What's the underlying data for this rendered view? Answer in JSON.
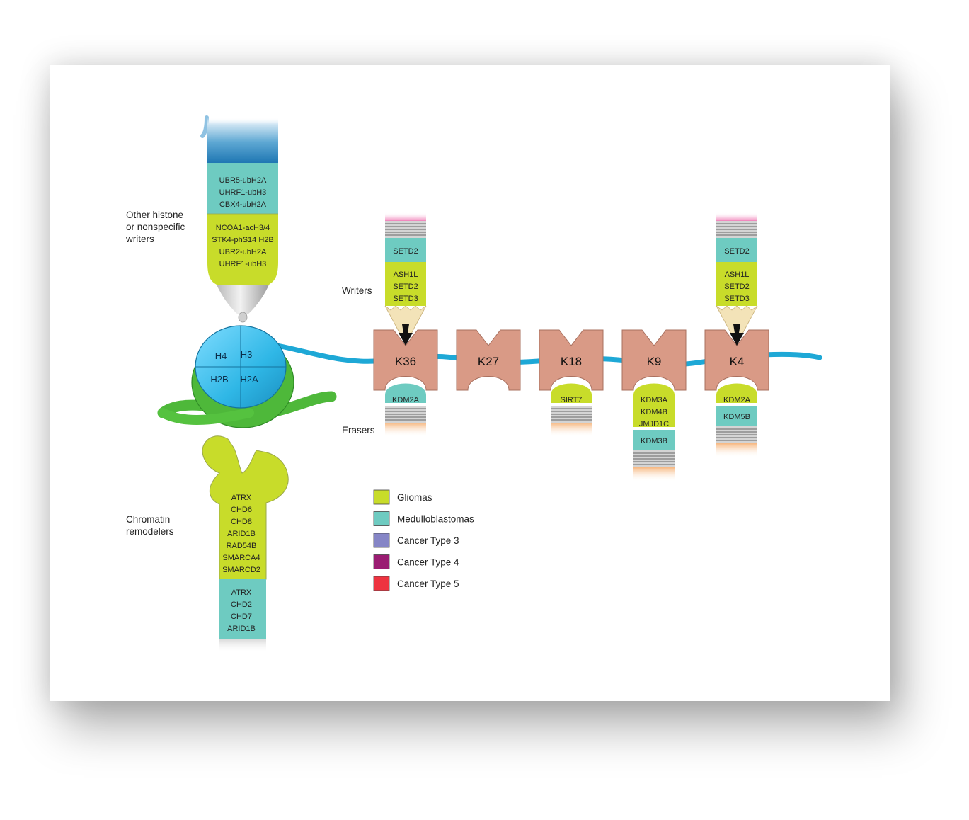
{
  "colors": {
    "glioma": "#c8dc2a",
    "medullo": "#6ecbc1",
    "type3": "#8585c6",
    "type4": "#9a1c72",
    "type5": "#ee3340",
    "site": "#d99a86",
    "histone": "#2fb7e6",
    "dna": "#4eb83a",
    "tail": "#1ea8d6"
  },
  "labels": {
    "other_writers": [
      "Other histone",
      "or nonspecific",
      "writers"
    ],
    "writers": "Writers",
    "erasers": "Erasers",
    "remodelers": [
      "Chromatin",
      "remodelers"
    ]
  },
  "pen": {
    "medullo": [
      "UBR5-ubH2A",
      "UHRF1-ubH3",
      "CBX4-ubH2A"
    ],
    "glioma": [
      "NCOA1-acH3/4",
      "STK4-phS14 H2B",
      "UBR2-ubH2A",
      "UHRF1-ubH3"
    ]
  },
  "histones": {
    "h4": "H4",
    "h3": "H3",
    "h2b": "H2B",
    "h2a": "H2A"
  },
  "sites": [
    "K36",
    "K27",
    "K18",
    "K9",
    "K4"
  ],
  "writers": [
    {
      "site": "K36",
      "medullo": [
        "SETD2"
      ],
      "glioma": [
        "ASH1L",
        "SETD2",
        "SETD3"
      ]
    },
    {
      "site": "K4",
      "medullo": [
        "SETD2"
      ],
      "glioma": [
        "ASH1L",
        "SETD2",
        "SETD3"
      ]
    }
  ],
  "erasers": [
    {
      "site": "K36",
      "blocks": [
        {
          "type": "medullo",
          "items": [
            "KDM2A"
          ]
        }
      ]
    },
    {
      "site": "K18",
      "blocks": [
        {
          "type": "glioma",
          "items": [
            "SIRT7"
          ]
        }
      ]
    },
    {
      "site": "K9",
      "blocks": [
        {
          "type": "glioma",
          "items": [
            "KDM3A",
            "KDM4B",
            "JMJD1C"
          ]
        },
        {
          "type": "medullo",
          "items": [
            "KDM3B"
          ]
        }
      ]
    },
    {
      "site": "K4",
      "blocks": [
        {
          "type": "glioma",
          "items": [
            "KDM2A"
          ]
        },
        {
          "type": "medullo",
          "items": [
            "KDM5B"
          ]
        }
      ]
    }
  ],
  "wrench": {
    "glioma": [
      "ATRX",
      "CHD6",
      "CHD8",
      "ARID1B",
      "RAD54B",
      "SMARCA4",
      "SMARCD2"
    ],
    "medullo": [
      "ATRX",
      "CHD2",
      "CHD7",
      "ARID1B"
    ]
  },
  "legend": [
    {
      "label": "Gliomas",
      "color": "#c8dc2a"
    },
    {
      "label": "Medulloblastomas",
      "color": "#6ecbc1"
    },
    {
      "label": "Cancer Type 3",
      "color": "#8585c6"
    },
    {
      "label": "Cancer Type 4",
      "color": "#9a1c72"
    },
    {
      "label": "Cancer Type 5",
      "color": "#ee3340"
    }
  ]
}
